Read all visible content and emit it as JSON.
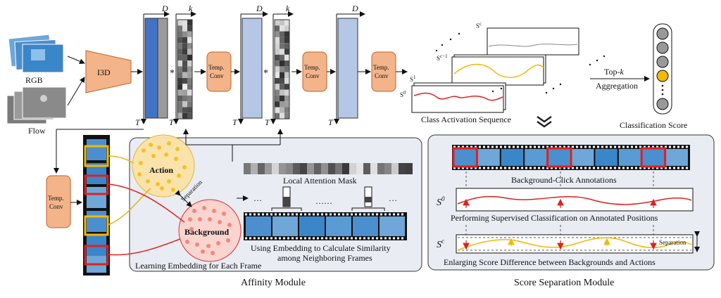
{
  "inputs": {
    "rgb": "RGB",
    "flow": "Flow"
  },
  "backbone": {
    "label": "I3D"
  },
  "temp_conv": {
    "label_line1": "Temp.",
    "label_line2": "Conv"
  },
  "dims": {
    "D": "D",
    "k": "k",
    "T": "T",
    "star": "*"
  },
  "cas": {
    "label": "Class Activation Sequence",
    "s0": "S",
    "s0_sup": "0",
    "s1": "S",
    "s1_sup": "1",
    "sc1": "S",
    "sc1_sup": "c−1",
    "sc": "S",
    "sc_sup": "c"
  },
  "aggregation": {
    "line1": "Top-",
    "k": "k",
    "line2": "Aggregation"
  },
  "classification": {
    "label": "Classification Score"
  },
  "affinity": {
    "title": "Affinity Module",
    "action": "Action",
    "background": "Background",
    "separation": "Separation",
    "local_mask": "Local Attention Mask",
    "similarity_line1": "Using Embedding to Calculate Similarity",
    "similarity_line2": "among Neighboring Frames",
    "embedding": "Learning Embedding for Each Frame"
  },
  "score_sep": {
    "title": "Score Separation Module",
    "bg_click": "Background-Click Annotations",
    "supervised": "Performing Supervised Classification on Annotated Positions",
    "enlarging": "Enlarging Score Difference between Backgrounds and Actions",
    "separation": "Separation",
    "s0": "S",
    "s0_sup": "0",
    "sc": "S",
    "sc_sup": "c"
  },
  "colors": {
    "orange_box": "#f3b48a",
    "dark_blue": "#4472c4",
    "light_blue": "#b4c7e7",
    "panel": "#e9ecf3",
    "red": "#e02020",
    "yellow": "#f5b800"
  }
}
